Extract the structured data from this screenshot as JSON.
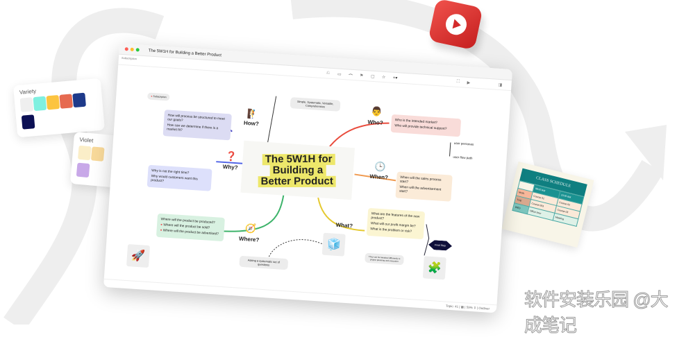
{
  "palettes": [
    {
      "name": "Variety",
      "colors": [
        "#efefef",
        "#7ff0e0",
        "#fcc440",
        "#e66a50",
        "#1e3a8a",
        "#0c1054"
      ]
    },
    {
      "name": "Violet",
      "colors": [
        "#fbeec8",
        "#f8d99a",
        "#c8a8e8"
      ]
    }
  ],
  "window": {
    "title": "The 5W1H for Building a Better Product",
    "subtitle": "Subscription",
    "toolbar_icons": [
      "undo-icon",
      "redo-icon",
      "connect-icon",
      "flag-icon",
      "image-icon",
      "star-icon",
      "add-icon"
    ]
  },
  "mindmap": {
    "central": [
      "The 5W1H for",
      "Building a",
      "Better Product"
    ],
    "callout": "Simple, Systematic, Versatile, Comprehensive",
    "tag": "Subscription",
    "how": {
      "label": "How?",
      "items": [
        "How will process be structured to meet our goals?",
        "How can we determine if there is a market fit?"
      ]
    },
    "who": {
      "label": "Who?",
      "items": [
        "Who is the intended market?",
        "Who will provide technical support?"
      ],
      "sub": [
        "user personas",
        "user flow path"
      ]
    },
    "why": {
      "label": "Why?",
      "items": [
        "Why is not the right time?",
        "Why would customers want this product?"
      ]
    },
    "when": {
      "label": "When?",
      "items": [
        "When will the sales process start?",
        "When will the advertisement start?"
      ]
    },
    "what": {
      "label": "What?",
      "items": [
        "What are the features of the new product?",
        "What will our profit margin be?",
        "What is the problem or risk?"
      ],
      "final": "Final Step",
      "note": "They can be tweaked differently to project planning and execution"
    },
    "where": {
      "label": "Where?",
      "items": [
        "Where will the product be produced?",
        "Where will the product be sold?",
        "Where will the product be advertised?"
      ]
    },
    "asking": "Asking a systematic set of questions"
  },
  "status": {
    "topic": "Topic: 41",
    "zoom": "59%",
    "outliner": "Outliner"
  },
  "schedule": {
    "title": "CLASS SCHEDULE",
    "times": [
      "08:00 AM",
      "10:00 AM"
    ],
    "rows": [
      {
        "day": "MON",
        "c": [
          "Course 01",
          "Course 02"
        ]
      },
      {
        "day": "TUE",
        "c": [
          "Course 003",
          "Course 03"
        ]
      },
      {
        "day": "WED",
        "c": [
          "Office hour",
          "Meeting"
        ]
      }
    ]
  },
  "watermark": "软件安装乐园 @大成笔记"
}
